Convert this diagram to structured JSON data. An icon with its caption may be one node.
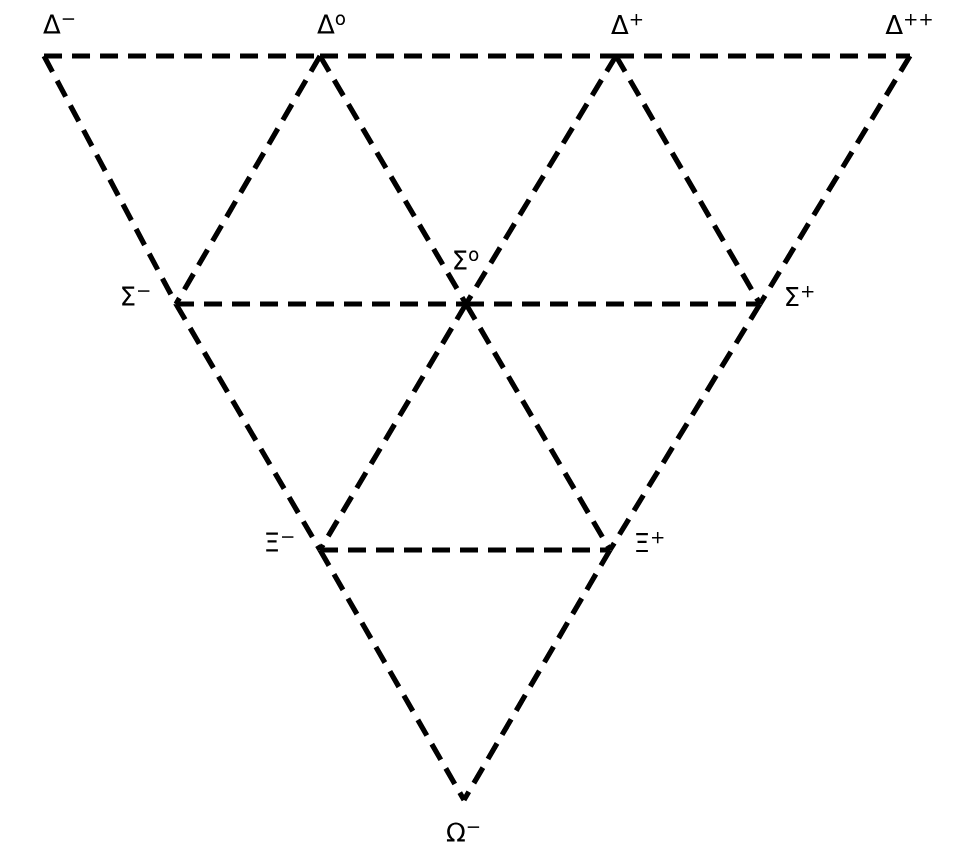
{
  "diagram": {
    "nodes": [
      {
        "text": [
          "Δ$^{−}$"
        ]
      },
      {
        "text": [
          "Δ$^{o}$"
        ]
      },
      {
        "text": [
          "Δ$^{+}$"
        ]
      },
      {
        "text": [
          "Δ$^{++}$"
        ]
      },
      {
        "text": [
          "Σ$^{−}$"
        ]
      },
      {
        "text": [
          "Σ$^{o}$"
        ]
      },
      {
        "text": [
          "Σ$^{+}$"
        ]
      },
      {
        "text": [
          "Ξ$^{−}$"
        ]
      },
      {
        "text": [
          "Ξ$^{+}$"
        ]
      },
      {
        "text": [
          "Ω$^{−}$"
        ]
      }
    ],
    "edges": [
      {
        "from": 0,
        "to": 1,
        "arrow": "none"
      },
      {
        "from": 1,
        "to": 2,
        "arrow": "none"
      },
      {
        "from": 2,
        "to": 3,
        "arrow": "none"
      },
      {
        "from": 0,
        "to": 4,
        "arrow": "none"
      },
      {
        "from": 1,
        "to": 4,
        "arrow": "none"
      },
      {
        "from": 1,
        "to": 5,
        "arrow": "none"
      },
      {
        "from": 2,
        "to": 5,
        "arrow": "none"
      },
      {
        "from": 2,
        "to": 6,
        "arrow": "none"
      },
      {
        "from": 3,
        "to": 6,
        "arrow": "none"
      },
      {
        "from": 4,
        "to": 5,
        "arrow": "none"
      },
      {
        "from": 5,
        "to": 6,
        "arrow": "none"
      },
      {
        "from": 4,
        "to": 7,
        "arrow": "none"
      },
      {
        "from": 5,
        "to": 7,
        "arrow": "none"
      },
      {
        "from": 5,
        "to": 8,
        "arrow": "none"
      },
      {
        "from": 6,
        "to": 8,
        "arrow": "none"
      },
      {
        "from": 7,
        "to": 8,
        "arrow": "none"
      },
      {
        "from": 7,
        "to": 9,
        "arrow": "none"
      },
      {
        "from": 8,
        "to": 9,
        "arrow": "none"
      }
    ]
  }
}
